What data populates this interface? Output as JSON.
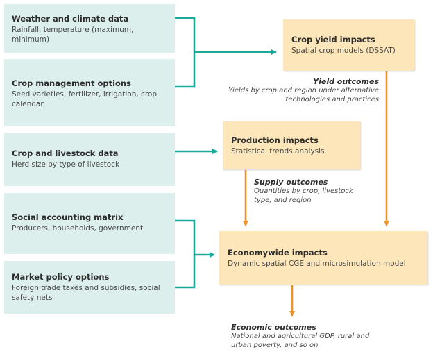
{
  "inputs": [
    {
      "title": "Weather and climate data",
      "desc": "Rainfall, temperature (maximum, minimum)"
    },
    {
      "title": "Crop management options",
      "desc": "Seed varieties, fertilizer, irrigation, crop calendar"
    },
    {
      "title": "Crop and livestock data",
      "desc": "Herd size by type of livestock"
    },
    {
      "title": "Social accounting matrix",
      "desc": "Producers, households, government"
    },
    {
      "title": "Market policy options",
      "desc": "Foreign trade taxes and subsidies, social safety nets"
    }
  ],
  "models": {
    "crop_yield": {
      "title": "Crop yield impacts",
      "desc": "Spatial crop models (DSSAT)"
    },
    "production": {
      "title": "Production impacts",
      "desc": "Statistical trends analysis"
    },
    "economywide": {
      "title": "Economywide impacts",
      "desc": "Dynamic spatial CGE and microsimulation model"
    }
  },
  "outcomes": {
    "yield": {
      "title": "Yield outcomes",
      "desc": "Yields by crop and region under alternative technologies and practices"
    },
    "supply": {
      "title": "Supply outcomes",
      "desc": "Quantities by crop, livestock type, and region"
    },
    "economic": {
      "title": "Economic outcomes",
      "desc": "National and agricultural GDP, rural and urban poverty, and so on"
    }
  },
  "colors": {
    "input_fill": "#dcefec",
    "model_fill": "#fde6b9",
    "teal_arrow": "#1aa89b",
    "orange_arrow": "#f0922b"
  }
}
